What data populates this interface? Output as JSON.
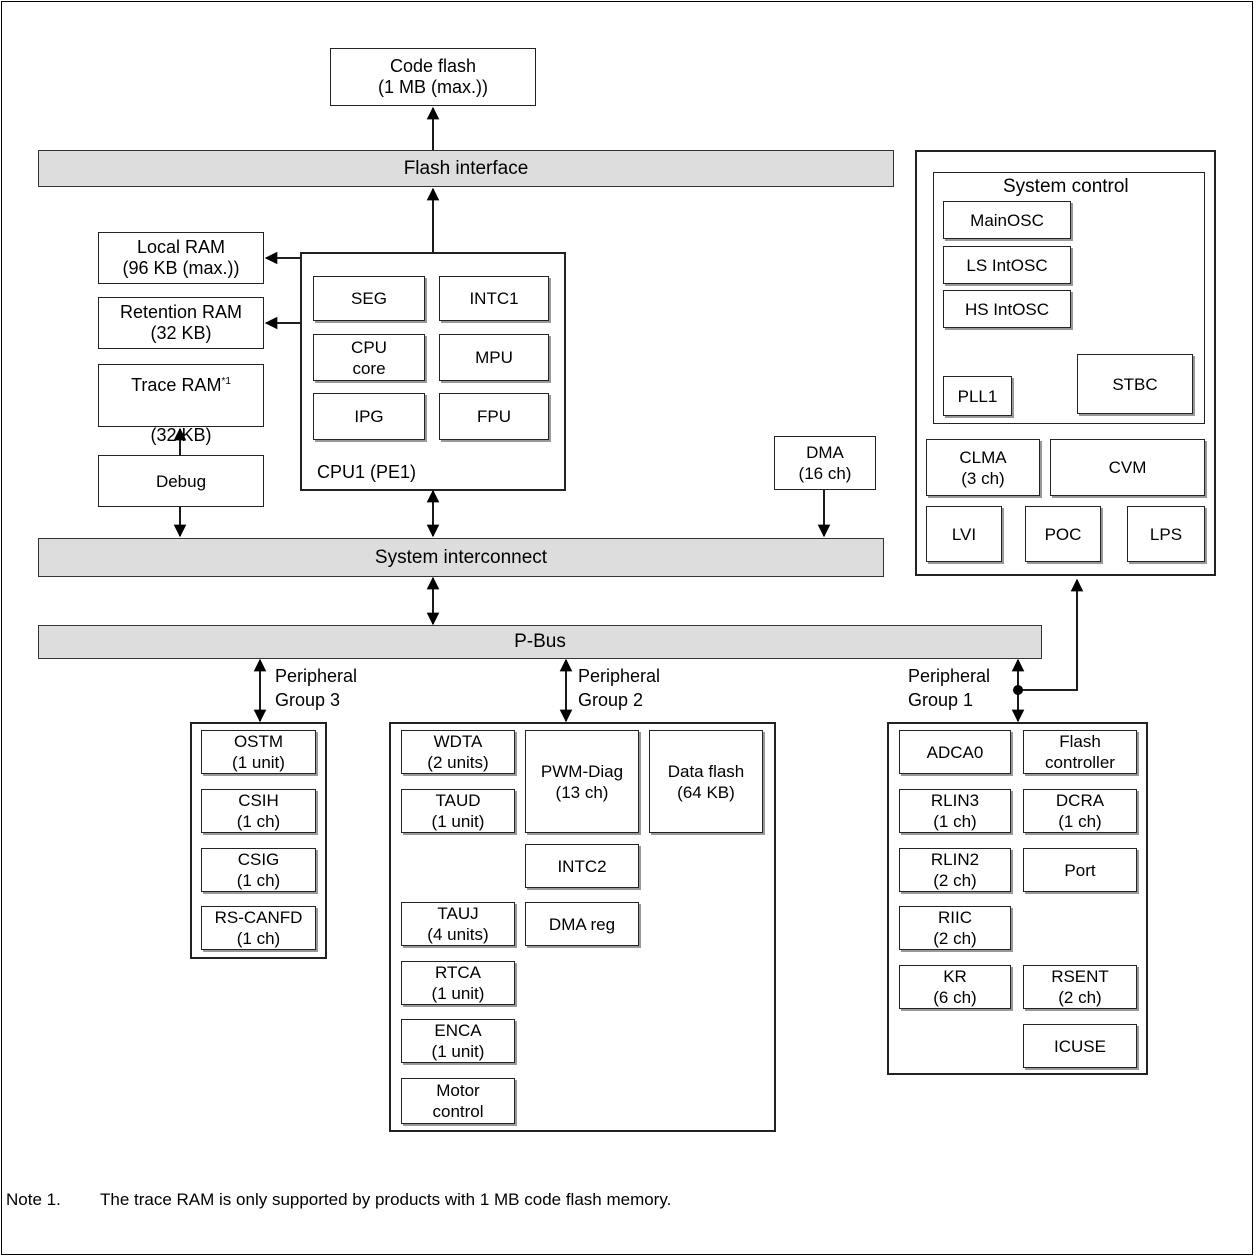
{
  "code_flash": "Code flash\n(1 MB (max.))",
  "buses": {
    "flash_interface": "Flash interface",
    "system_interconnect": "System interconnect",
    "p_bus": "P-Bus"
  },
  "memory": {
    "local_ram": "Local RAM\n(96 KB (max.))",
    "retention_ram": "Retention RAM\n(32 KB)",
    "trace_ram": "Trace RAM",
    "trace_ram_sup": "*1",
    "trace_ram_size": "(32 KB)",
    "debug": "Debug"
  },
  "cpu": {
    "label": "CPU1 (PE1)",
    "blocks": {
      "seg": "SEG",
      "intc1": "INTC1",
      "cpu_core": "CPU\ncore",
      "mpu": "MPU",
      "ipg": "IPG",
      "fpu": "FPU"
    }
  },
  "dma": "DMA\n(16 ch)",
  "system_control": {
    "title": "System control",
    "mainosc": "MainOSC",
    "ls_intosc": "LS IntOSC",
    "hs_intosc": "HS IntOSC",
    "pll1": "PLL1",
    "stbc": "STBC",
    "clma": "CLMA\n(3 ch)",
    "cvm": "CVM",
    "lvi": "LVI",
    "poc": "POC",
    "lps": "LPS"
  },
  "groups": {
    "g3_label": "Peripheral\nGroup 3",
    "g2_label": "Peripheral\nGroup 2",
    "g1_label": "Peripheral\nGroup 1"
  },
  "group3": {
    "ostm": "OSTM\n(1 unit)",
    "csih": "CSIH\n(1 ch)",
    "csig": "CSIG\n(1 ch)",
    "rs_canfd": "RS-CANFD\n(1 ch)"
  },
  "group2": {
    "wdta": "WDTA\n(2 units)",
    "taud": "TAUD\n(1 unit)",
    "pwm_diag": "PWM-Diag\n(13 ch)",
    "data_flash": "Data flash\n(64 KB)",
    "intc2": "INTC2",
    "tauj": "TAUJ\n(4 units)",
    "dma_reg": "DMA reg",
    "rtca": "RTCA\n(1 unit)",
    "enca": "ENCA\n(1 unit)",
    "motor_control": "Motor\ncontrol"
  },
  "group1": {
    "adca0": "ADCA0",
    "flash_controller": "Flash\ncontroller",
    "rlin3": "RLIN3\n(1 ch)",
    "dcra": "DCRA\n(1 ch)",
    "rlin2": "RLIN2\n(2 ch)",
    "port": "Port",
    "riic": "RIIC\n(2 ch)",
    "kr": "KR\n(6 ch)",
    "rsent": "RSENT\n(2 ch)",
    "icuse": "ICUSE"
  },
  "note": {
    "label": "Note 1.",
    "text": "The trace RAM is only supported by products with 1 MB code flash memory."
  }
}
